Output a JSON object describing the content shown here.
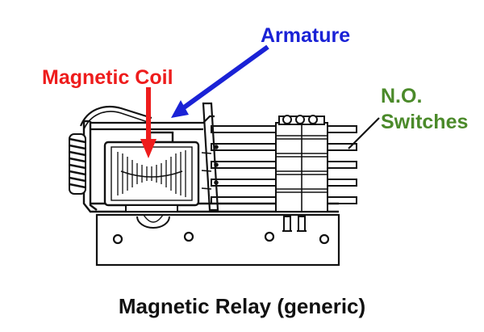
{
  "labels": {
    "coil": "Magnetic Coil",
    "armature": "Armature",
    "switches_line1": "N.O.",
    "switches_line2": "Switches"
  },
  "caption": "Magnetic Relay (generic)",
  "colors": {
    "coil_label": "#ee1c1c",
    "armature_label": "#1a22d6",
    "switches_label": "#4b8a2a",
    "line_art": "#111111"
  }
}
